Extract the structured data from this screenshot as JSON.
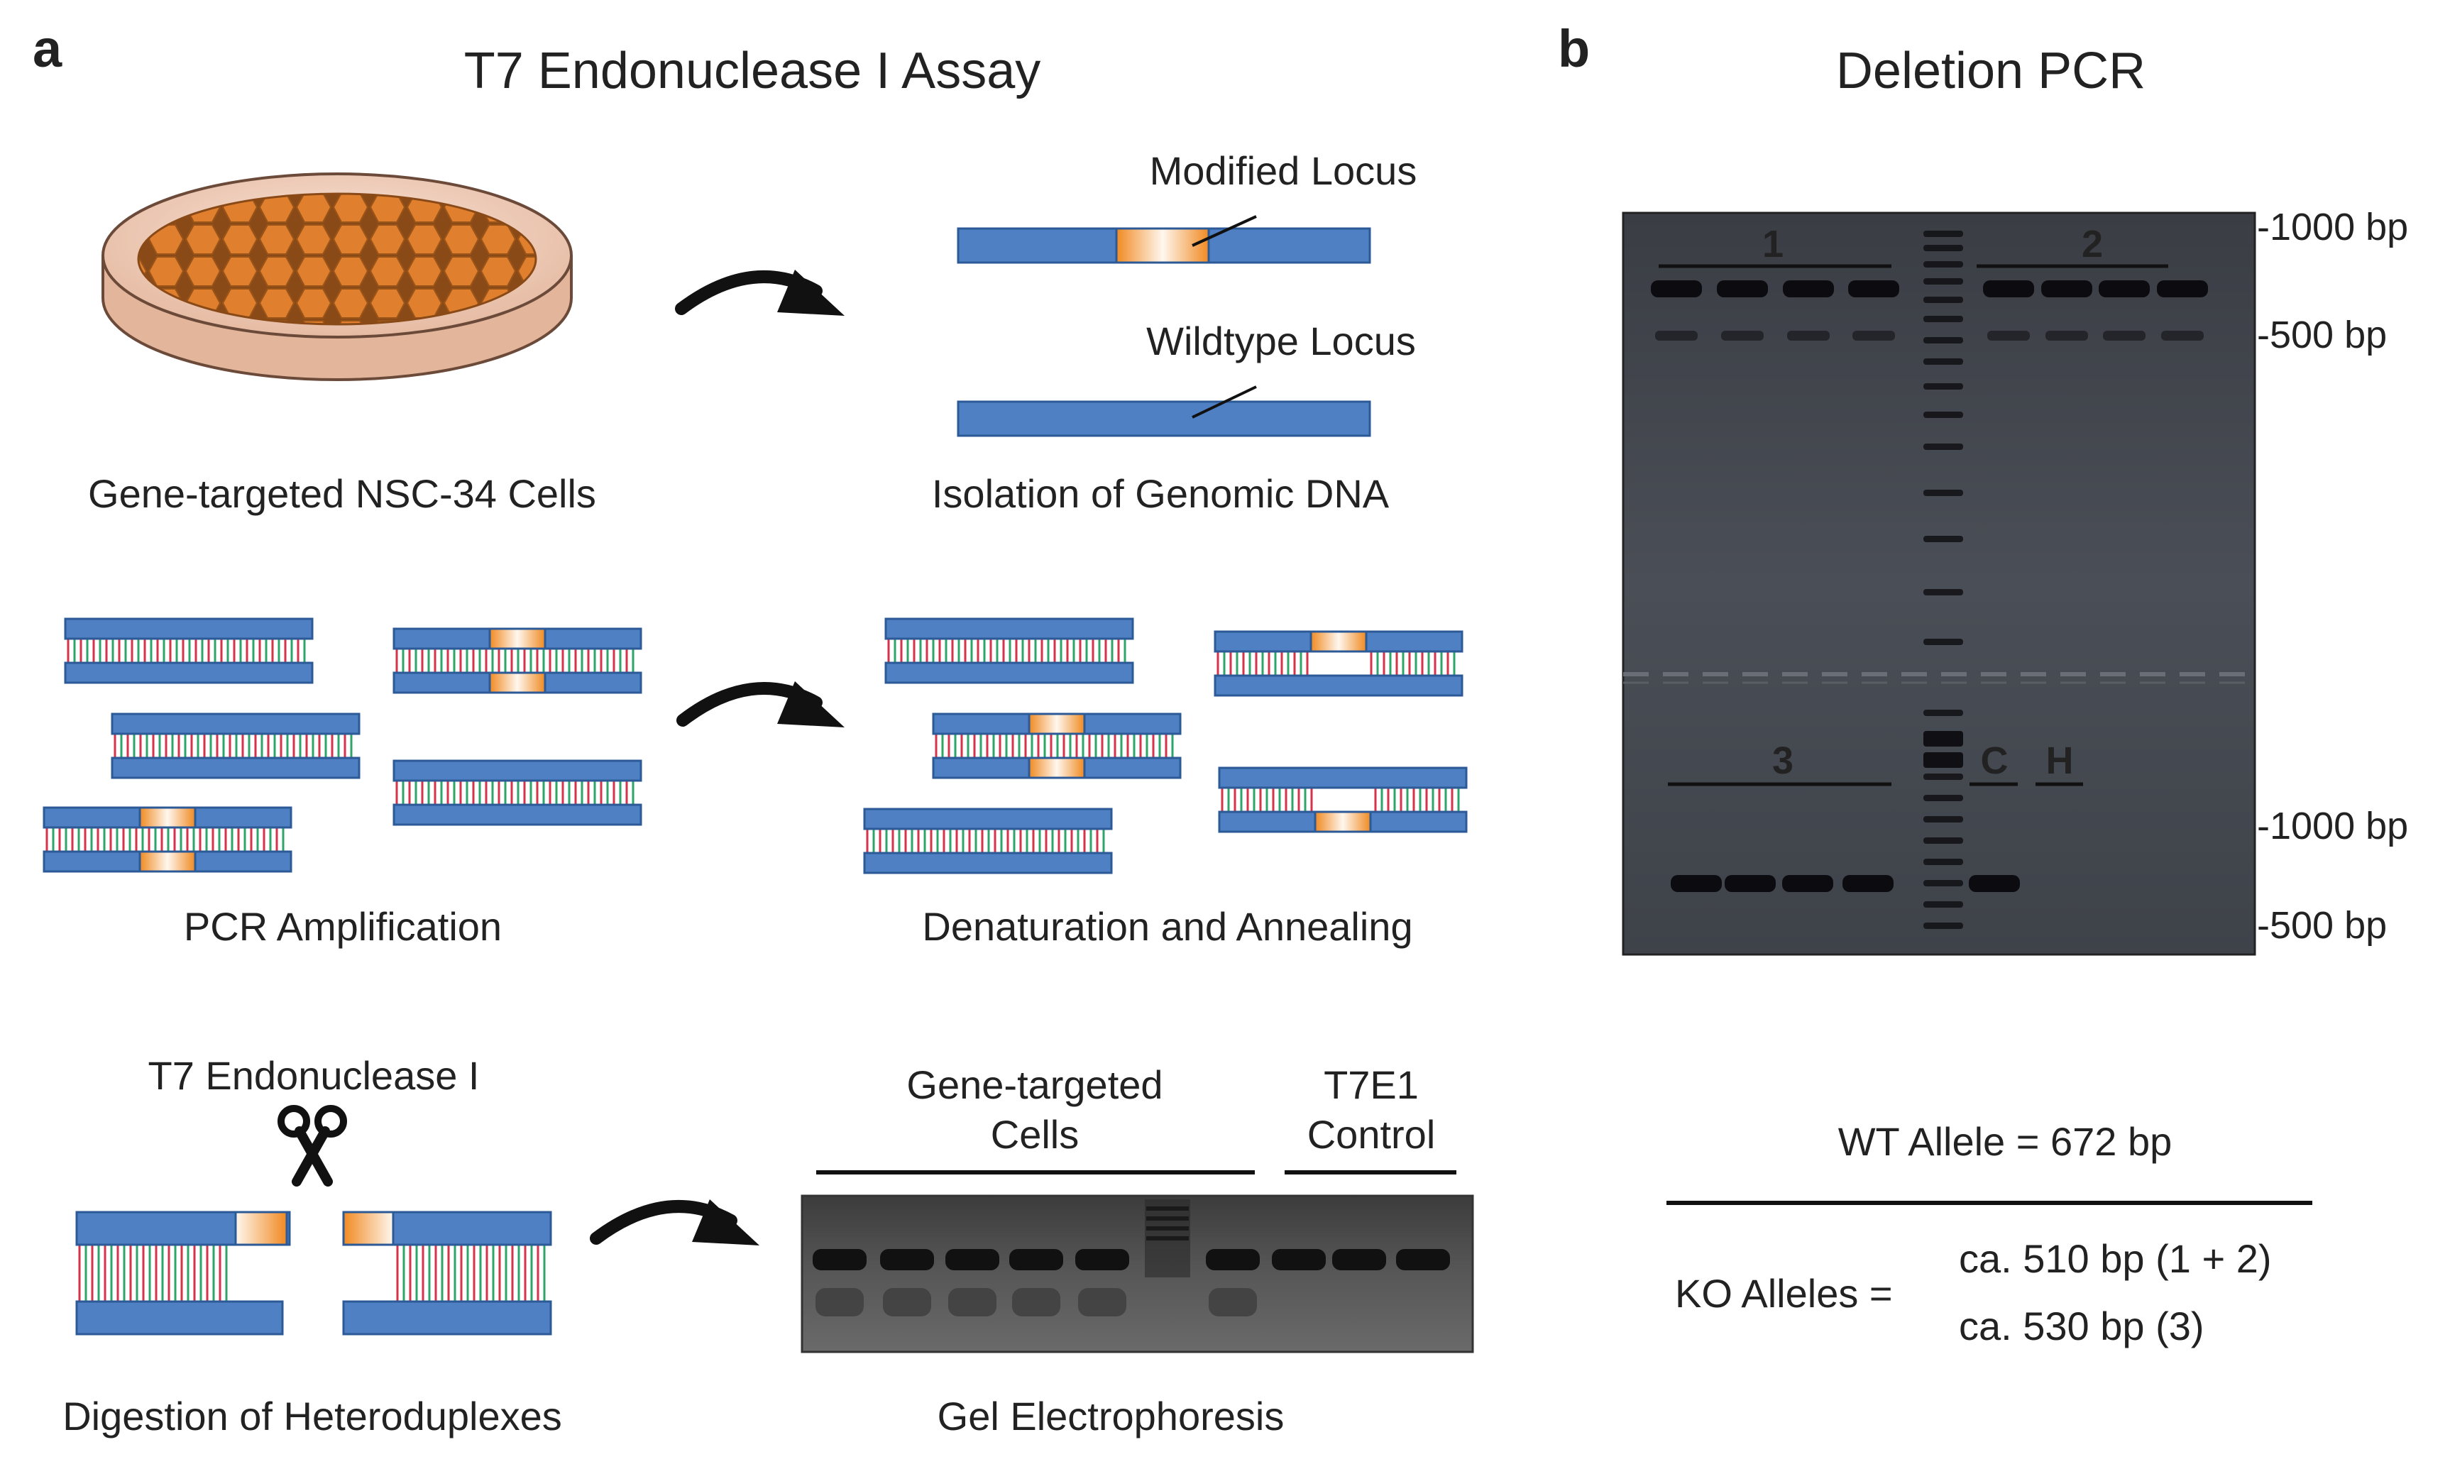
{
  "colors": {
    "dna_blue": "#4f80c4",
    "dna_border": "#2c5a96",
    "modified_orange": "#f0922c",
    "cell_orange": "#d9772b",
    "dish_fill": "#f3d5c5",
    "gel_background": "#3a3e46",
    "band_color": "#0c0c10"
  },
  "panel_a": {
    "label": "a",
    "title": "T7 Endonuclease I Assay",
    "step1_caption": "Gene-targeted NSC-34 Cells",
    "step2_caption": "Isolation of Genomic DNA",
    "modified_locus_label": "Modified Locus",
    "wildtype_locus_label": "Wildtype Locus",
    "step3_caption": "PCR Amplification",
    "step4_caption": "Denaturation and Annealing",
    "enzyme_label": "T7 Endonuclease I",
    "step5_caption": "Digestion of Heteroduplexes",
    "gel_group1_line1": "Gene-targeted",
    "gel_group1_line2": "Cells",
    "gel_group2_line1": "T7E1",
    "gel_group2_line2": "Control",
    "step6_caption": "Gel Electrophoresis"
  },
  "panel_b": {
    "label": "b",
    "title": "Deletion PCR",
    "lane_group_1": "1",
    "lane_group_2": "2",
    "lane_group_3": "3",
    "lane_c": "C",
    "lane_h": "H",
    "marker_top_1000": "-1000 bp",
    "marker_top_500": "-500 bp",
    "marker_bottom_1000": "-1000 bp",
    "marker_bottom_500": "-500 bp",
    "wt_allele": "WT Allele = 672 bp",
    "ko_label": "KO Alleles =",
    "ko_value_1": "ca. 510 bp (1 + 2)",
    "ko_value_2": "ca. 530 bp (3)"
  }
}
